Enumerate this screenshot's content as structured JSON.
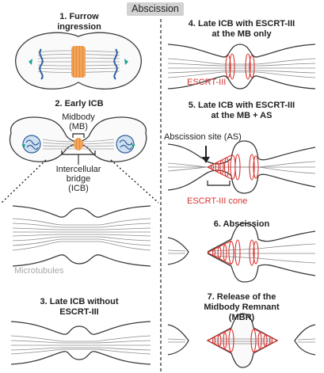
{
  "header": {
    "title": "Abscission"
  },
  "steps": {
    "s1": {
      "line1": "1. Furrow",
      "line2": "ingression"
    },
    "s2": {
      "line1": "2. Early ICB"
    },
    "s3": {
      "line1": "3. Late ICB without",
      "line2": "ESCRT-III"
    },
    "s4": {
      "line1": "4. Late ICB with ESCRT-III",
      "line2": "at the MB only"
    },
    "s5": {
      "line1": "5. Late ICB with ESCRT-III",
      "line2": "at the MB + AS"
    },
    "s6": {
      "line1": "6. Abscission"
    },
    "s7": {
      "line1": "7. Release of the",
      "line2": "Midbody Remnant",
      "line3": "(MBR)"
    }
  },
  "annotations": {
    "midbody_line1": "Midbody",
    "midbody_line2": "(MB)",
    "icb_line1": "Intercellular",
    "icb_line2": "bridge",
    "icb_line3": "(ICB)",
    "microtubules": "Microtubules",
    "escrt_iii": "ESCRT-III",
    "abscission_site": "Abscission site (AS)",
    "escrt_cone": "ESCRT-III cone"
  },
  "colors": {
    "membrane": "#3a3a3a",
    "microtubule": "#8a8a8a",
    "escrt": "#d7332f",
    "furrow": "#e8933a",
    "chromatin": "#2f5f9e",
    "centrosome": "#1ea58b",
    "badge": "#d2d2d2"
  }
}
